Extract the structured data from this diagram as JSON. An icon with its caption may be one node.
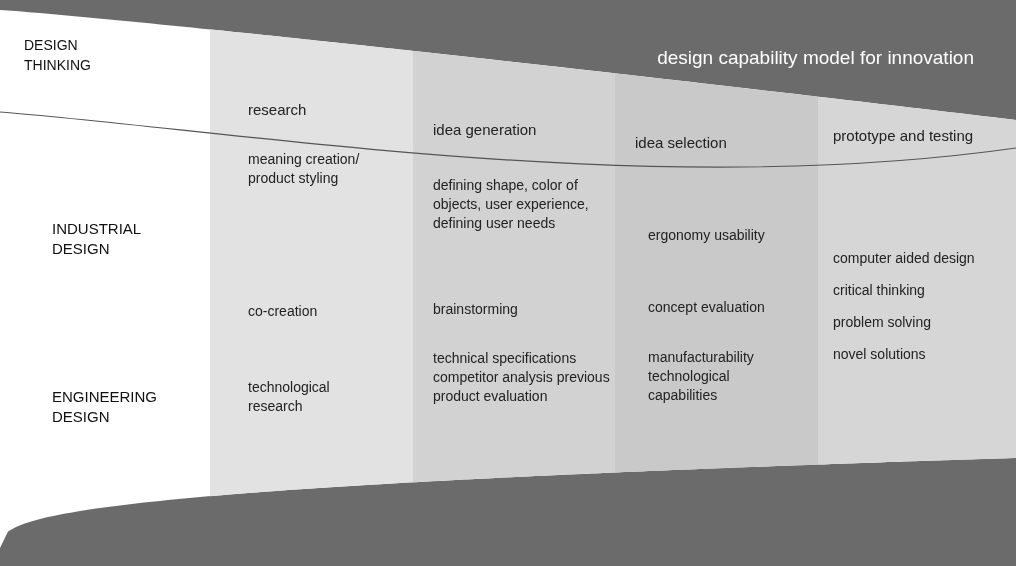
{
  "diagram": {
    "title": "design capability model for innovation",
    "nodes": [
      {
        "text": [
          "research",
          "meaning creation/ product styling",
          "co-creation",
          "technological research"
        ]
      },
      {
        "text": [
          "idea generation",
          "defining shape, color of objects, user experience, defining user needs",
          "brainstorming",
          "technical specifications competitor analysis previous product evaluation"
        ]
      },
      {
        "text": [
          "idea selection",
          "ergonomy usability",
          "concept evaluation",
          "manufacturability technological capabilities"
        ]
      },
      {
        "text": [
          "prototype and testing",
          "computer aided design",
          "critical thinking",
          "problem solving",
          "novel solutions"
        ]
      },
      {
        "text": [],
        "shape": "band"
      },
      {
        "text": [],
        "shape": "band"
      }
    ],
    "edges": [],
    "labels": [
      "DESIGN THINKING",
      "INDUSTRIAL DESIGN",
      "ENGINEERING DESIGN"
    ]
  }
}
